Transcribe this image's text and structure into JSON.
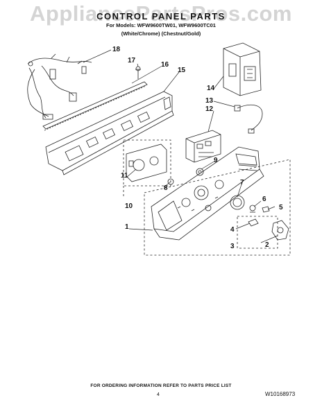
{
  "watermark": "AppliancePartsPros.com",
  "header": {
    "title": "CONTROL PANEL PARTS",
    "models": "For Models: WFW9600TW01, WFW9600TC01",
    "colors": "(White/Chrome) (Chestnut/Gold)"
  },
  "callouts": [
    "18",
    "17",
    "16",
    "15",
    "14",
    "13",
    "12",
    "9",
    "11",
    "10",
    "8",
    "7",
    "6",
    "5",
    "4",
    "3",
    "2",
    "1"
  ],
  "footer": {
    "ordering_note": "FOR ORDERING INFORMATION REFER TO PARTS PRICE LIST",
    "page_number": "4",
    "doc_number": "W10168973"
  }
}
